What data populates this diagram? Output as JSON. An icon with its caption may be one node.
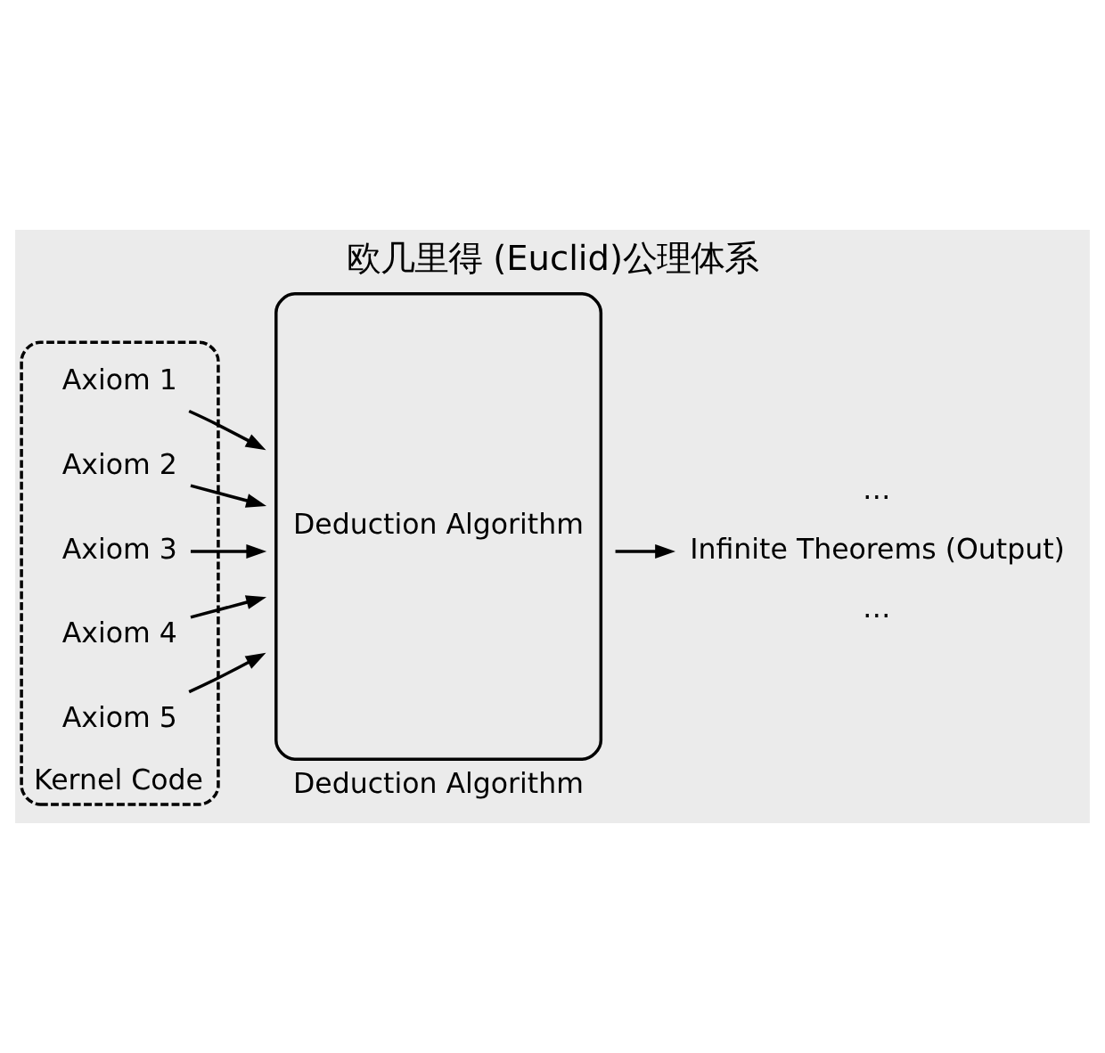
{
  "diagram": {
    "title": "欧几里得 (Euclid)公理体系",
    "nodes": [
      {
        "text": [
          "Kernel Code"
        ]
      },
      {
        "text": [
          "Axiom 1"
        ],
        "in": 0
      },
      {
        "text": [
          "Axiom 2"
        ],
        "in": 0
      },
      {
        "text": [
          "Axiom 3"
        ],
        "in": 0
      },
      {
        "text": [
          "Axiom 4"
        ],
        "in": 0
      },
      {
        "text": [
          "Axiom 5"
        ],
        "in": 0
      },
      {
        "text": [
          "Deduction Algorithm"
        ],
        "beside": [
          "Deduction Algorithm"
        ]
      },
      {
        "text": [
          "Infinite Theorems (Output)"
        ],
        "beside": [
          "…",
          "…"
        ]
      }
    ],
    "edges": [
      {
        "from": 1,
        "to": 6,
        "arrow": "to"
      },
      {
        "from": 2,
        "to": 6,
        "arrow": "to"
      },
      {
        "from": 3,
        "to": 6,
        "arrow": "to"
      },
      {
        "from": 4,
        "to": 6,
        "arrow": "to"
      },
      {
        "from": 5,
        "to": 6,
        "arrow": "to"
      },
      {
        "from": 6,
        "to": 7,
        "arrow": "to"
      }
    ]
  }
}
